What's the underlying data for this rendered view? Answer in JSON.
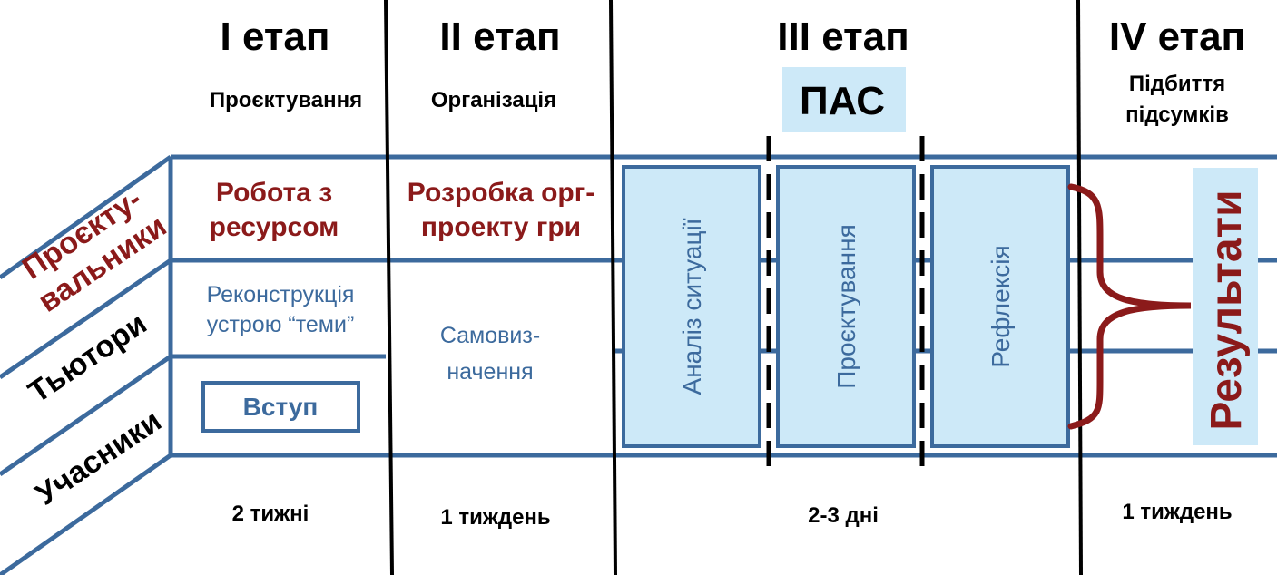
{
  "colors": {
    "line_blue": "#3c6a9d",
    "maroon": "#8b1a1a",
    "text_blue": "#3c6a9d",
    "box_fill": "#cde9f8",
    "black": "#000000"
  },
  "stages": [
    {
      "title": "I етап",
      "subtitle": [
        "Проєктування"
      ],
      "duration": "2 тижні"
    },
    {
      "title": "II етап",
      "subtitle": [
        "Організація"
      ],
      "duration": "1 тиждень"
    },
    {
      "title": "III етап",
      "subtitle": [],
      "duration": "2-3 дні"
    },
    {
      "title": "IV етап",
      "subtitle": [
        "Підбиття",
        "підсумків"
      ],
      "duration": "1 тиждень"
    }
  ],
  "pas_label": "ПАС",
  "roles": {
    "designers": [
      "Проєкту-",
      "вальники"
    ],
    "tutors": "Тьютори",
    "participants": "Учасники"
  },
  "stage1": {
    "designers_task": [
      "Робота з",
      "ресурсом"
    ],
    "tutors_task": [
      "Реконструкція",
      "устрою “теми”"
    ],
    "participants_task": "Вступ"
  },
  "stage2": {
    "designers_task": [
      "Розробка орг-",
      "проекту гри"
    ],
    "tutors_task": [
      "Самовиз-",
      "начення"
    ]
  },
  "stage3": {
    "phases": [
      "Аналіз ситуації",
      "Проєктування",
      "Рефлексія"
    ]
  },
  "stage4": {
    "results": "Результати"
  },
  "icons": {
    "merge_brace": "curly-brace-icon"
  }
}
